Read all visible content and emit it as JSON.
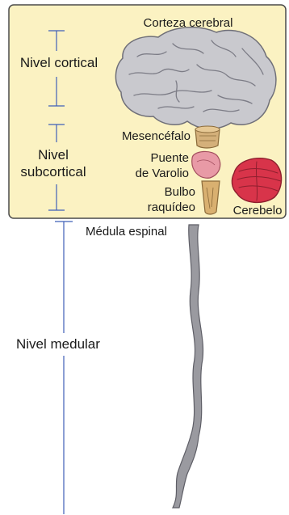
{
  "levels": {
    "cortical": "Nivel cortical",
    "subcortical_line1": "Nivel",
    "subcortical_line2": "subcortical",
    "medular": "Nivel medular"
  },
  "structures": {
    "cortex": "Corteza cerebral",
    "midbrain": "Mesencéfalo",
    "pons_line1": "Puente",
    "pons_line2": "de Varolio",
    "medulla_line1": "Bulbo",
    "medulla_line2": "raquídeo",
    "cerebellum": "Cerebelo",
    "spinal_cord": "Médula espinal"
  },
  "colors": {
    "panel_bg": "#fbf2c2",
    "panel_border": "#4a4a4a",
    "bracket": "#3f5fb8",
    "brain": "#c9c9ce",
    "cerebellum": "#d8344a",
    "pons": "#e89aa6",
    "midbrain": "#d4b07a",
    "spinal_cord": "#9a9aa0"
  }
}
